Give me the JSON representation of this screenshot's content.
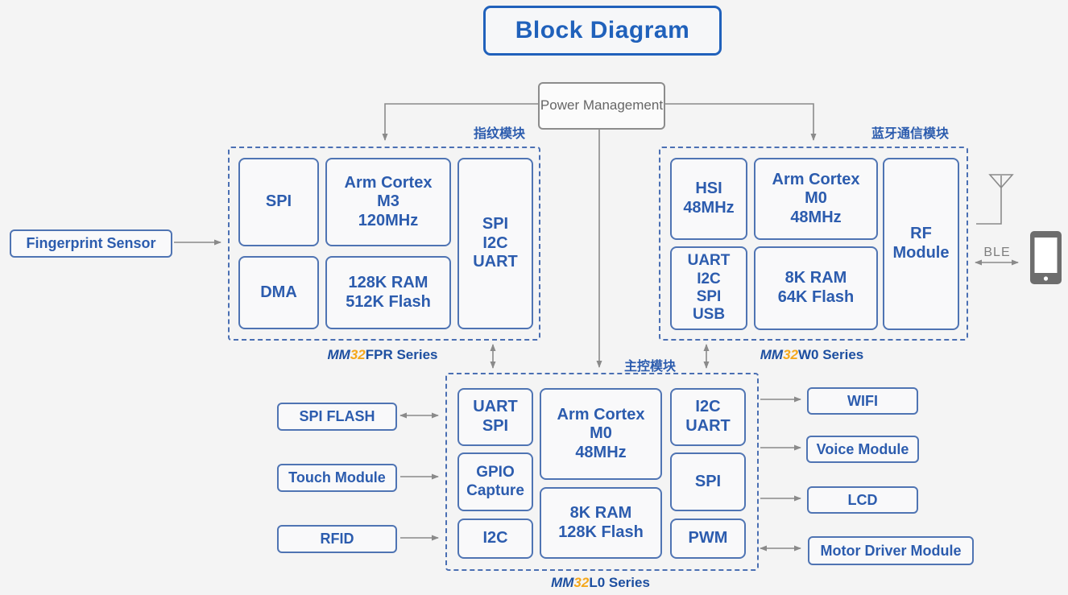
{
  "title": "Block Diagram",
  "power_management": "Power Management",
  "ble_label": "BLE",
  "left_peripherals": {
    "fingerprint_sensor": "Fingerprint Sensor",
    "spi_flash": "SPI FLASH",
    "touch_module": "Touch Module",
    "rfid": "RFID"
  },
  "right_peripherals": {
    "wifi": "WIFI",
    "voice_module": "Voice Module",
    "lcd": "LCD",
    "motor_driver": "Motor Driver Module"
  },
  "fingerprint_module": {
    "tag": "指纹模块",
    "series": {
      "mm": "MM",
      "num": "32",
      "rest": "FPR Series"
    },
    "blocks": {
      "spi": "SPI",
      "cpu": "Arm Cortex\nM3\n120MHz",
      "dma": "DMA",
      "memory": "128K RAM\n512K Flash",
      "periph": "SPI\nI2C\nUART"
    }
  },
  "bluetooth_module": {
    "tag": "蓝牙通信模块",
    "series": {
      "mm": "MM",
      "num": "32",
      "rest": "W0 Series"
    },
    "blocks": {
      "hsi": "HSI\n48MHz",
      "cpu": "Arm Cortex\nM0\n48MHz",
      "periph": "UART\nI2C\nSPI\nUSB",
      "memory": "8K RAM\n64K Flash",
      "rf": "RF\nModule"
    }
  },
  "main_module": {
    "tag": "主控模块",
    "series": {
      "mm": "MM",
      "num": "32",
      "rest": "L0 Series"
    },
    "blocks": {
      "uart_spi": "UART\nSPI",
      "gpio_capture": "GPIO\nCapture",
      "i2c": "I2C",
      "cpu": "Arm Cortex\nM0\n48MHz",
      "memory": "8K RAM\n128K Flash",
      "i2c_uart": "I2C\nUART",
      "spi": "SPI",
      "pwm": "PWM"
    }
  },
  "colors": {
    "accent_blue": "#2c5cae",
    "title_blue": "#2061bb",
    "series_orange": "#f5a81c",
    "line_gray": "#8a8a8a",
    "background": "#f4f4f4"
  }
}
